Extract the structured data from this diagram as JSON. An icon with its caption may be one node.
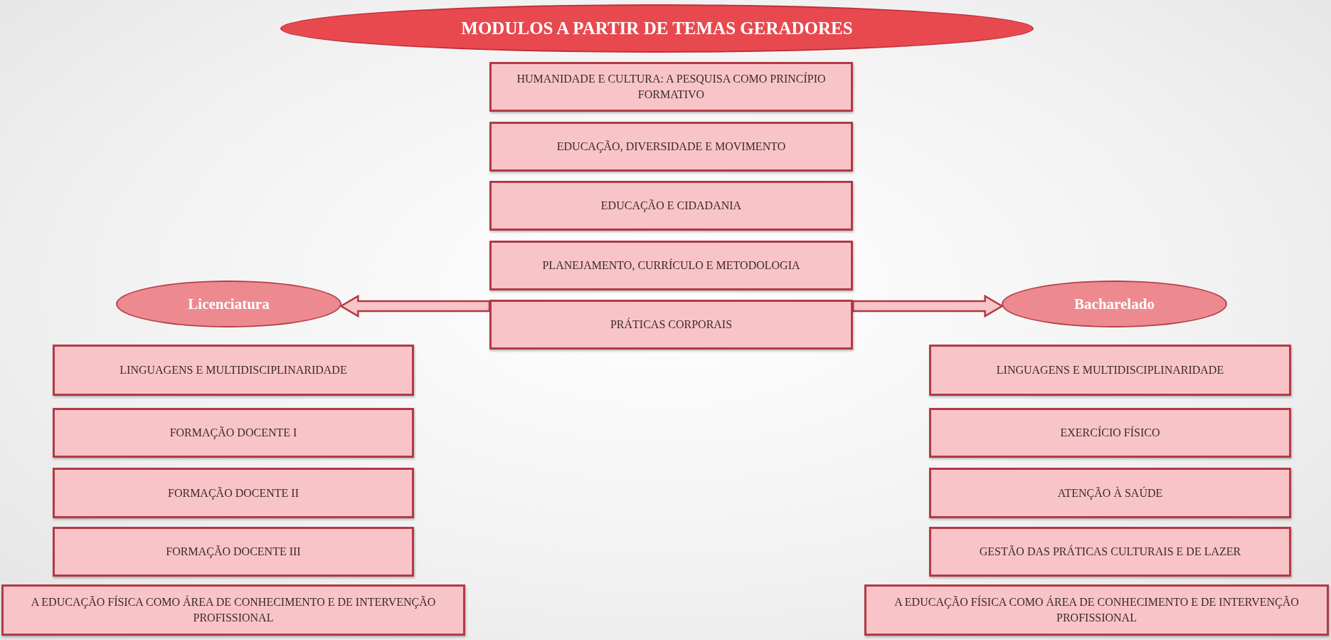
{
  "diagram": {
    "nodes": [
      {
        "text": [
          "MODULOS A PARTIR DE TEMAS GERADORES"
        ]
      },
      {
        "text": [
          "HUMANIDADE E CULTURA: A PESQUISA COMO PRINCÍPIO FORMATIVO"
        ]
      },
      {
        "text": [
          "EDUCAÇÃO, DIVERSIDADE E MOVIMENTO"
        ]
      },
      {
        "text": [
          "EDUCAÇÃO E CIDADANIA"
        ]
      },
      {
        "text": [
          "PLANEJAMENTO, CURRÍCULO E METODOLOGIA"
        ]
      },
      {
        "text": [
          "PRÁTICAS CORPORAIS"
        ]
      },
      {
        "text": [
          "Licenciatura"
        ]
      },
      {
        "text": [
          "LINGUAGENS E MULTIDISCIPLINARIDADE"
        ]
      },
      {
        "text": [
          "FORMAÇÃO DOCENTE I"
        ]
      },
      {
        "text": [
          "FORMAÇÃO DOCENTE II"
        ]
      },
      {
        "text": [
          "FORMAÇÃO DOCENTE III"
        ]
      },
      {
        "text": [
          "A EDUCAÇÃO FÍSICA COMO ÁREA DE CONHECIMENTO E DE INTERVENÇÃO PROFISSIONAL"
        ]
      },
      {
        "text": [
          "Bacharelado"
        ]
      },
      {
        "text": [
          "LINGUAGENS E MULTIDISCIPLINARIDADE"
        ]
      },
      {
        "text": [
          "EXERCÍCIO FÍSICO"
        ]
      },
      {
        "text": [
          "ATENÇÃO À SAÚDE"
        ]
      },
      {
        "text": [
          "GESTÃO DAS PRÁTICAS CULTURAIS E DE LAZER"
        ]
      },
      {
        "text": [
          "A EDUCAÇÃO FÍSICA COMO ÁREA DE CONHECIMENTO E DE INTERVENÇÃO PROFISSIONAL"
        ]
      }
    ],
    "edges": [
      {
        "from": 5,
        "to": 6,
        "arrow": "to"
      },
      {
        "from": 5,
        "to": 12,
        "arrow": "to"
      }
    ]
  }
}
